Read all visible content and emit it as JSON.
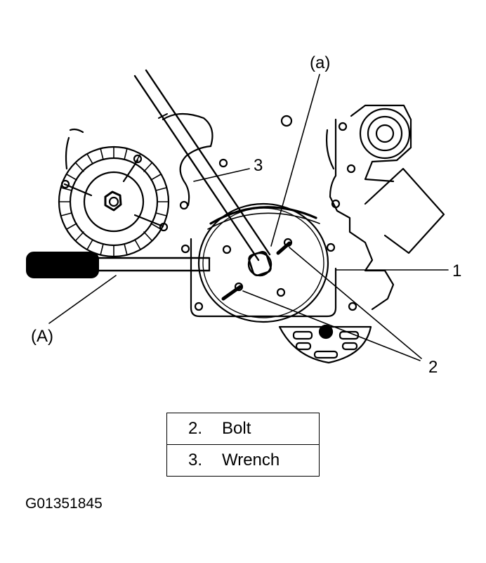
{
  "callouts": {
    "a": "(a)",
    "A": "(A)",
    "one": "1",
    "two": "2",
    "three": "3"
  },
  "legend": [
    {
      "number": "2.",
      "label": "Bolt"
    },
    {
      "number": "3.",
      "label": "Wrench"
    }
  ],
  "figure_id": "G01351845",
  "line_color": "#000000",
  "background": "#ffffff"
}
